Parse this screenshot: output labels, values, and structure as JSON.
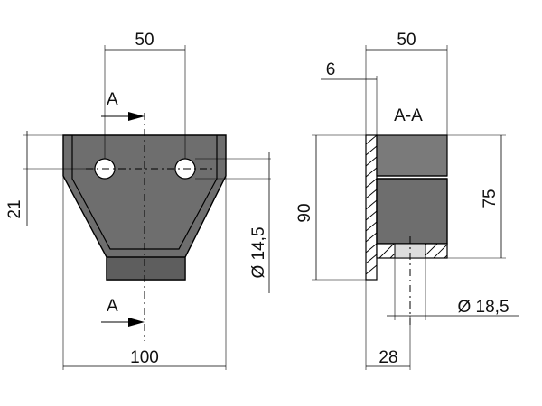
{
  "front_view": {
    "dim_top_width": "50",
    "dim_bottom_width": "100",
    "dim_left_height": "21",
    "dim_hole_diameter": "Ø 14,5",
    "section_marker_top": "A",
    "section_marker_bottom": "A"
  },
  "section_view": {
    "title": "A-A",
    "dim_top_width": "50",
    "dim_wall_thickness": "6",
    "dim_total_height": "90",
    "dim_body_height": "75",
    "dim_hole_diameter": "Ø 18,5",
    "dim_bottom_offset": "28"
  }
}
